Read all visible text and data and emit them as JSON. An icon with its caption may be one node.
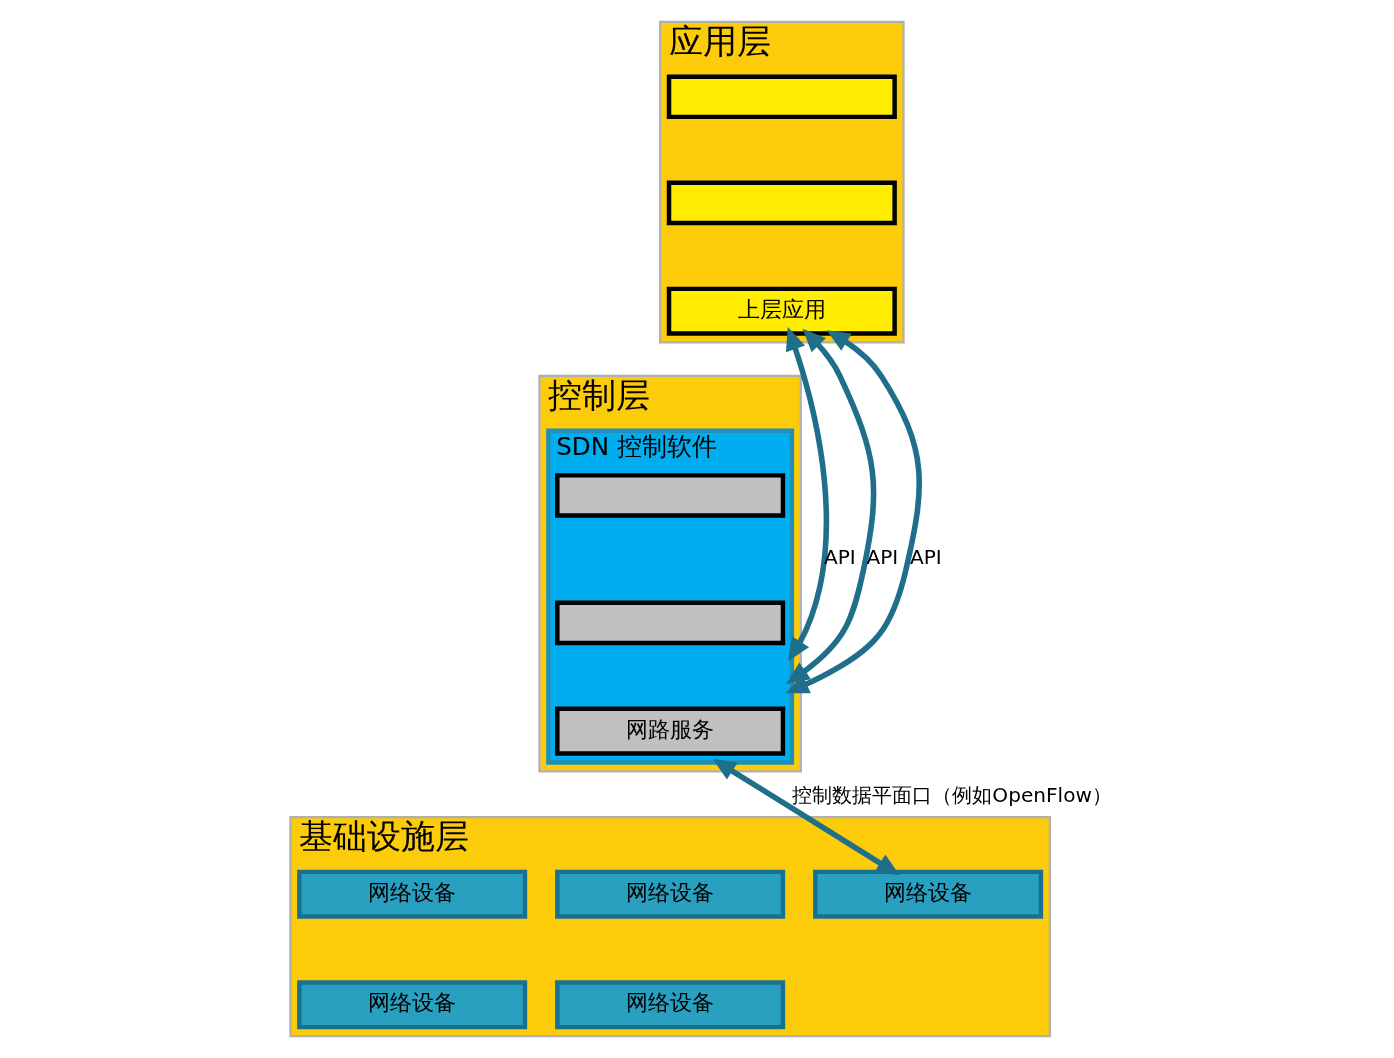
{
  "diagram": {
    "nodes": [
      {
        "text": [
          "应用层"
        ]
      },
      {
        "text": [],
        "shape": "box",
        "in": 0
      },
      {
        "text": [],
        "shape": "box",
        "in": 0
      },
      {
        "text": [
          "上层应用"
        ],
        "in": 0
      },
      {
        "text": [
          "控制层"
        ]
      },
      {
        "text": [
          "SDN 控制软件"
        ],
        "in": 4
      },
      {
        "text": [],
        "shape": "box",
        "in": 5
      },
      {
        "text": [],
        "shape": "box",
        "in": 5
      },
      {
        "text": [
          "网路服务"
        ],
        "in": 5
      },
      {
        "text": [
          "基础设施层"
        ]
      },
      {
        "text": [
          "网络设备"
        ],
        "in": 9
      },
      {
        "text": [
          "网络设备"
        ],
        "in": 9
      },
      {
        "text": [
          "网络设备"
        ],
        "in": 9
      },
      {
        "text": [
          "网络设备"
        ],
        "in": 9
      },
      {
        "text": [
          "网络设备"
        ],
        "in": 9
      }
    ],
    "edges": [
      {
        "from": 3,
        "to": 5,
        "arrow": "both",
        "label": "API"
      },
      {
        "from": 3,
        "to": 5,
        "arrow": "both",
        "label": "API"
      },
      {
        "from": 3,
        "to": 5,
        "arrow": "both",
        "label": "API"
      },
      {
        "from": 5,
        "to": 11,
        "arrow": "both",
        "label": "控制数据平面口（例如OpenFlow）"
      }
    ]
  }
}
